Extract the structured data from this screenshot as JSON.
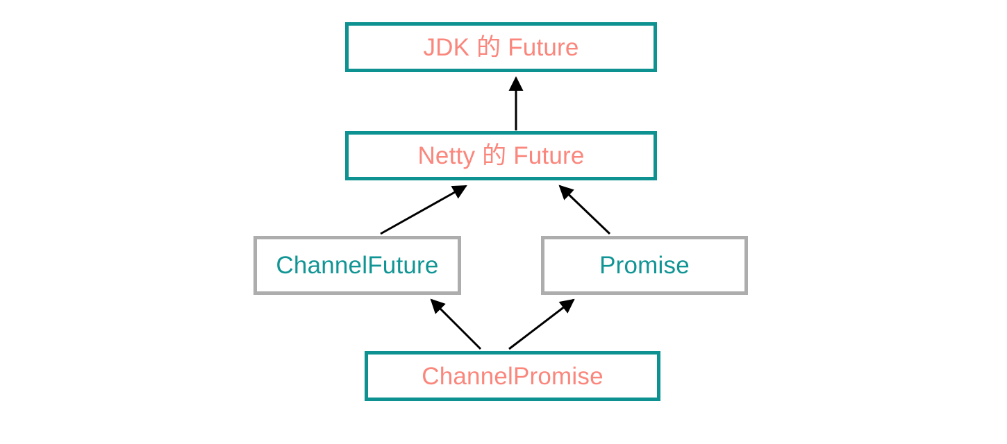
{
  "diagram": {
    "type": "class-hierarchy",
    "background_color": "#ffffff",
    "title": "",
    "nodes": [
      {
        "id": "jdk-future",
        "label": "JDK 的 Future",
        "border_color": "#0d9191",
        "text_color": "#fa867c"
      },
      {
        "id": "netty-future",
        "label": "Netty 的 Future",
        "border_color": "#0d9191",
        "text_color": "#fa867c"
      },
      {
        "id": "channel-future",
        "label": "ChannelFuture",
        "border_color": "#adadad",
        "text_color": "#119494"
      },
      {
        "id": "promise",
        "label": "Promise",
        "border_color": "#adadad",
        "text_color": "#119494"
      },
      {
        "id": "channel-promise",
        "label": "ChannelPromise",
        "border_color": "#0d9191",
        "text_color": "#fa867c"
      }
    ],
    "edges": [
      {
        "id": "edge-netty-to-jdk",
        "from": "netty-future",
        "to": "jdk-future",
        "arrowhead": "solid-triangle",
        "color": "#000000"
      },
      {
        "id": "edge-channelfuture-to-netty",
        "from": "channel-future",
        "to": "netty-future",
        "arrowhead": "solid-triangle",
        "color": "#000000"
      },
      {
        "id": "edge-promise-to-netty",
        "from": "promise",
        "to": "netty-future",
        "arrowhead": "solid-triangle",
        "color": "#000000"
      },
      {
        "id": "edge-channelpromise-to-channelfuture",
        "from": "channel-promise",
        "to": "channel-future",
        "arrowhead": "solid-triangle",
        "color": "#000000"
      },
      {
        "id": "edge-channelpromise-to-promise",
        "from": "channel-promise",
        "to": "promise",
        "arrowhead": "solid-triangle",
        "color": "#000000"
      }
    ]
  }
}
